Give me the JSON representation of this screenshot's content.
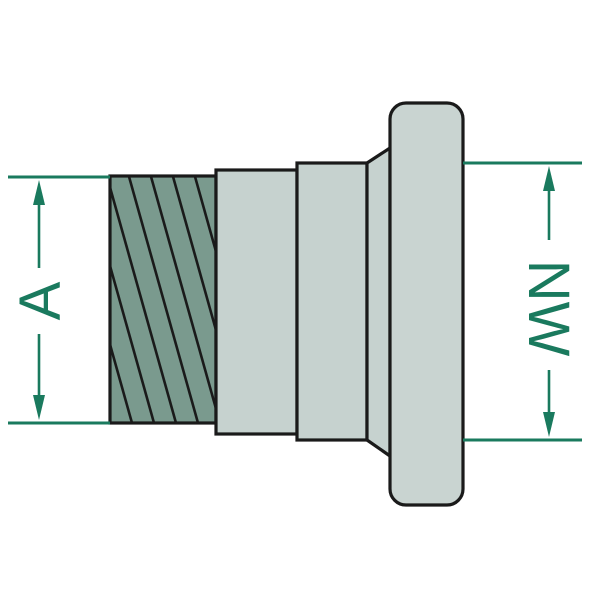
{
  "diagram": {
    "labels": {
      "left_dimension": "A",
      "right_dimension": "NW"
    },
    "colors": {
      "dimension_lines": "#1a7a5e",
      "outline": "#1a1a1a",
      "thread_fill": "#7a9a8e",
      "body_fill": "#c6d2cf",
      "flange_fill": "#c9d4d1",
      "background": "#ffffff"
    },
    "parts": [
      "threaded-end",
      "body-section",
      "collar",
      "cone",
      "flange"
    ]
  }
}
